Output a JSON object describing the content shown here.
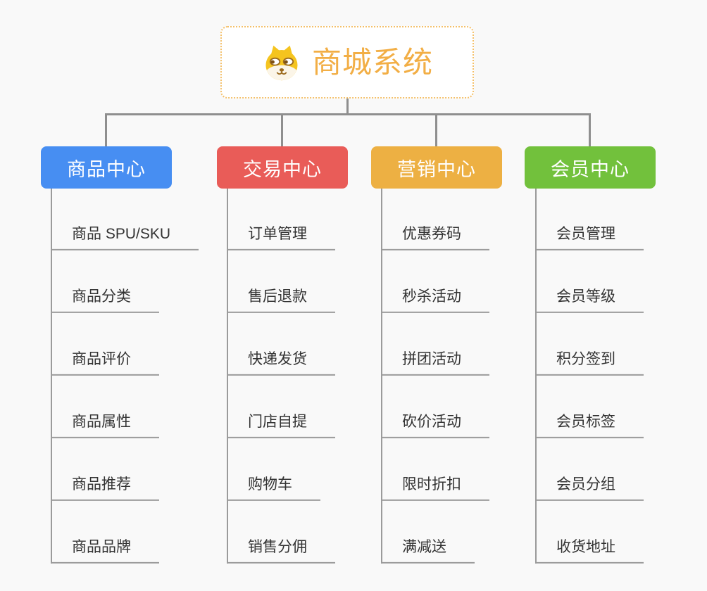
{
  "root": {
    "title": "商城系统",
    "icon": "dog-face-icon",
    "accent_color": "#f2ae45"
  },
  "branches": [
    {
      "label": "商品中心",
      "color": "#478ef2",
      "items": [
        "商品 SPU/SKU",
        "商品分类",
        "商品评价",
        "商品属性",
        "商品推荐",
        "商品品牌"
      ]
    },
    {
      "label": "交易中心",
      "color": "#e95c58",
      "items": [
        "订单管理",
        "售后退款",
        "快递发货",
        "门店自提",
        "购物车",
        "销售分佣"
      ]
    },
    {
      "label": "营销中心",
      "color": "#edb043",
      "items": [
        "优惠券码",
        "秒杀活动",
        "拼团活动",
        "砍价活动",
        "限时折扣",
        "满减送"
      ]
    },
    {
      "label": "会员中心",
      "color": "#72c13c",
      "items": [
        "会员管理",
        "会员等级",
        "积分签到",
        "会员标签",
        "会员分组",
        "收货地址"
      ]
    }
  ]
}
